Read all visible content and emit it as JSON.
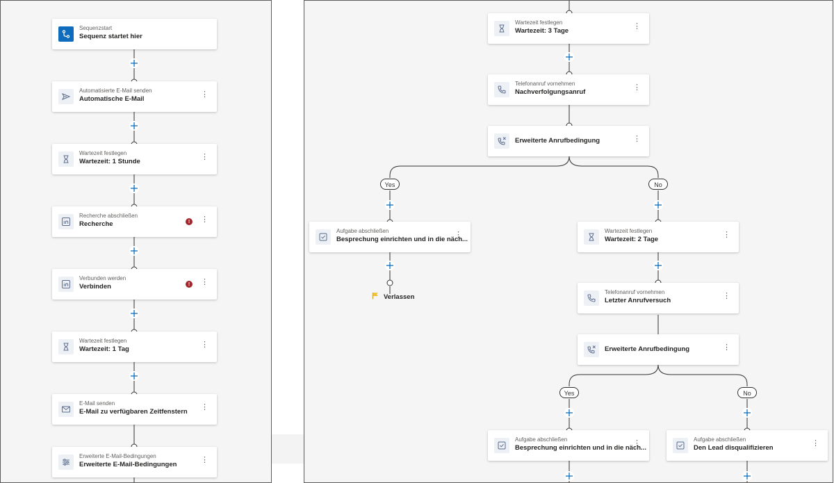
{
  "left_flow": [
    {
      "subtitle": "Sequenzstart",
      "title": "Sequenz startet hier",
      "icon": "sequence-start-icon",
      "error": false,
      "menu": false
    },
    {
      "subtitle": "Automatisierte E-Mail senden",
      "title": "Automatische E-Mail",
      "icon": "send-icon",
      "error": false,
      "menu": true
    },
    {
      "subtitle": "Wartezeit festlegen",
      "title": "Wartezeit: 1 Stunde",
      "icon": "hourglass-icon",
      "error": false,
      "menu": true
    },
    {
      "subtitle": "Recherche abschließen",
      "title": "Recherche",
      "icon": "linkedin-icon",
      "error": true,
      "menu": true
    },
    {
      "subtitle": "Verbunden werden",
      "title": "Verbinden",
      "icon": "linkedin-icon",
      "error": true,
      "menu": true
    },
    {
      "subtitle": "Wartezeit festlegen",
      "title": "Wartezeit: 1 Tag",
      "icon": "hourglass-icon",
      "error": false,
      "menu": true
    },
    {
      "subtitle": "E-Mail senden",
      "title": "E-Mail zu verfügbaren Zeitfenstern",
      "icon": "mail-icon",
      "error": false,
      "menu": true
    },
    {
      "subtitle": "Erweiterte E-Mail-Bedingungen",
      "title": "Erweiterte E-Mail-Bedingungen",
      "icon": "sliders-icon",
      "error": false,
      "menu": true
    }
  ],
  "right_flow": {
    "wait_3": {
      "subtitle": "Wartezeit festlegen",
      "title": "Wartezeit: 3 Tage",
      "icon": "hourglass-icon"
    },
    "call_followup": {
      "subtitle": "Telefonanruf vornehmen",
      "title": "Nachverfolgungsanruf",
      "icon": "phone-icon"
    },
    "condition_1": {
      "title": "Erweiterte Anrufbedingung",
      "icon": "phone-condition-icon"
    },
    "task_meeting_1": {
      "subtitle": "Aufgabe abschließen",
      "title": "Besprechung einrichten und in die näch...",
      "icon": "task-icon"
    },
    "exit_label": "Verlassen",
    "wait_2": {
      "subtitle": "Wartezeit festlegen",
      "title": "Wartezeit: 2 Tage",
      "icon": "hourglass-icon"
    },
    "call_last": {
      "subtitle": "Telefonanruf vornehmen",
      "title": "Letzter Anrufversuch",
      "icon": "phone-icon"
    },
    "condition_2": {
      "title": "Erweiterte Anrufbedingung",
      "icon": "phone-condition-icon"
    },
    "task_meeting_2": {
      "subtitle": "Aufgabe abschließen",
      "title": "Besprechung einrichten und in die näch...",
      "icon": "task-icon"
    },
    "task_disqualify": {
      "subtitle": "Aufgabe abschließen",
      "title": "Den Lead disqualifizieren",
      "icon": "task-icon"
    }
  },
  "branch_labels": {
    "yes": "Yes",
    "no": "No"
  },
  "menu_glyph": "⋮",
  "error_glyph": "!",
  "colors": {
    "accent": "#0f6cbd",
    "error": "#a4262c",
    "connector": "#323130",
    "canvas": "#f5f5f5"
  }
}
